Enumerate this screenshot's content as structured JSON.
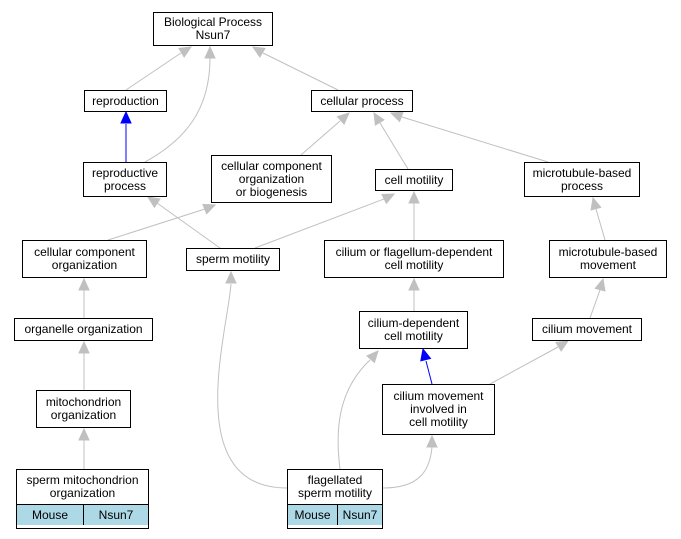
{
  "nodes": {
    "root": "Biological Process\nNsun7",
    "reproduction": "reproduction",
    "cellular_process": "cellular process",
    "reproductive_process": "reproductive\nprocess",
    "ccob": "cellular component\norganization\nor biogenesis",
    "cell_motility": "cell motility",
    "mt_process": "microtubule-based\nprocess",
    "cc_org": "cellular component\norganization",
    "sperm_motility": "sperm motility",
    "cilium_flag": "cilium or flagellum-dependent\ncell motility",
    "mt_movement": "microtubule-based\nmovement",
    "organelle_org": "organelle organization",
    "cilium_dep": "cilium-dependent\ncell motility",
    "cilium_movement": "cilium movement",
    "mito_org": "mitochondrion\norganization",
    "cm_involved": "cilium movement\ninvolved in\ncell motility",
    "sperm_mito": "sperm mitochondrion\norganization",
    "flag_sperm": "flagellated\nsperm motility"
  },
  "leaves": {
    "sperm_mito": {
      "species": "Mouse",
      "gene": "Nsun7"
    },
    "flag_sperm": {
      "species": "Mouse",
      "gene": "Nsun7"
    }
  },
  "colors": {
    "edge_default": "#c0c0c0",
    "edge_highlight": "#0000ff",
    "leaf_fill": "#add8e6"
  }
}
